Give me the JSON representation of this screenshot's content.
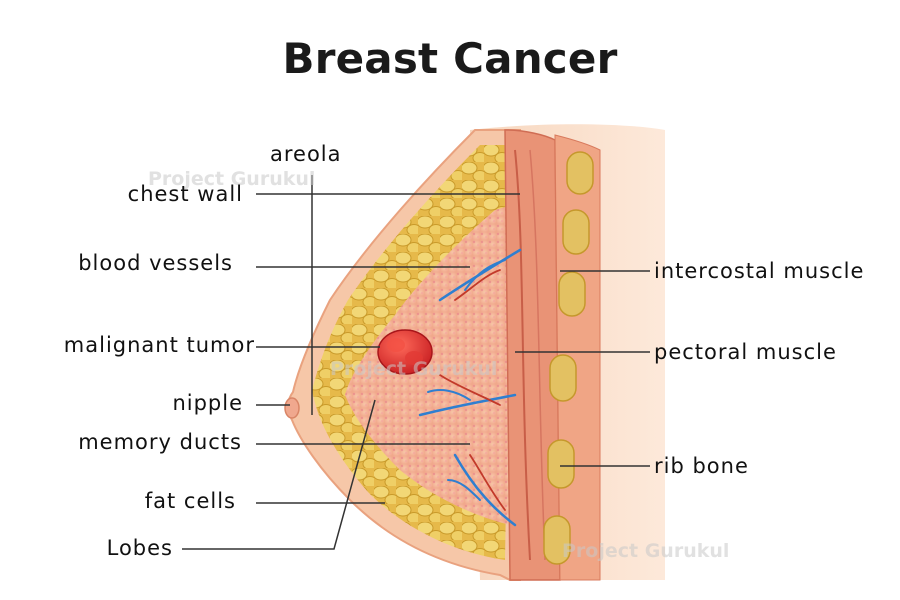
{
  "title": "Breast Cancer",
  "watermark": "Project Gurukul",
  "labels": {
    "areola": "areola",
    "chest_wall": "chest wall",
    "blood_vessels": "blood vessels",
    "malignant_tumor": "malignant tumor",
    "nipple": "nipple",
    "memory_ducts": "memory ducts",
    "fat_cells": "fat cells",
    "lobes": "Lobes",
    "intercostal_muscle": "intercostal muscle",
    "pectoral_muscle": "pectoral muscle",
    "rib_bone": "rib bone"
  },
  "colors": {
    "skin": "#f4c9a9",
    "muscle": "#e58a6a",
    "fat": "#e9c23a",
    "tumor": "#e0322f",
    "vessel": "#2f7fd0",
    "rib": "#d9b64a"
  }
}
